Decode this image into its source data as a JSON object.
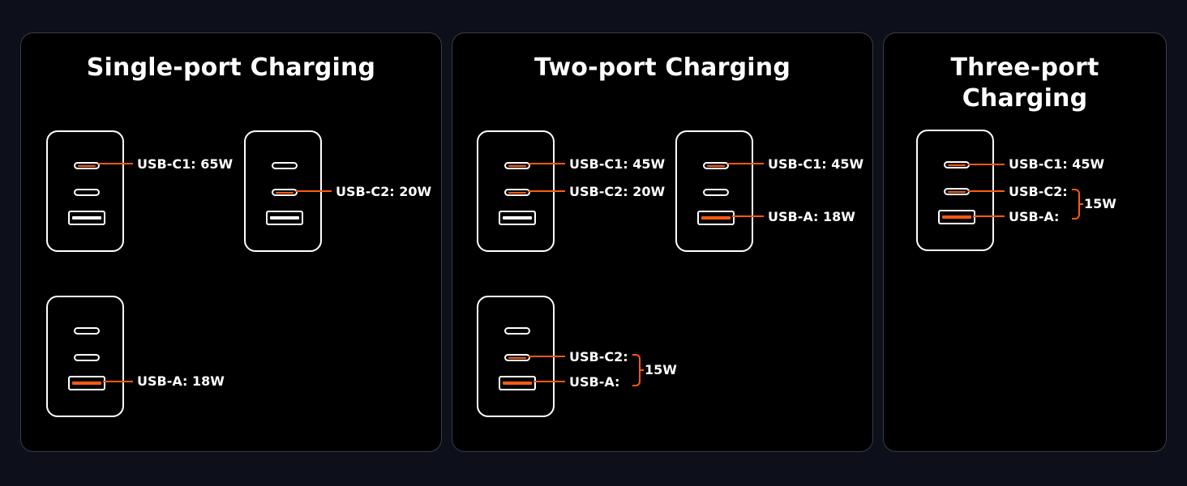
{
  "colors": {
    "accent": "#ff5a12",
    "panel_bg": "#000000",
    "page_bg": "#0d101a"
  },
  "panels": [
    {
      "title": "Single-port Charging",
      "chargers": [
        {
          "ports": [
            "c-active",
            "c",
            "a"
          ],
          "labels": [
            "USB-C1: 65W"
          ]
        },
        {
          "ports": [
            "c",
            "c-active",
            "a"
          ],
          "labels": [
            "USB-C2: 20W"
          ]
        },
        {
          "ports": [
            "c",
            "c",
            "a-active"
          ],
          "labels": [
            "USB-A: 18W"
          ]
        }
      ]
    },
    {
      "title": "Two-port Charging",
      "chargers": [
        {
          "ports": [
            "c-active",
            "c-active",
            "a"
          ],
          "labels": [
            "USB-C1: 45W",
            "USB-C2: 20W"
          ]
        },
        {
          "ports": [
            "c-active",
            "c",
            "a-active"
          ],
          "labels": [
            "USB-C1: 45W",
            "USB-A: 18W"
          ]
        },
        {
          "ports": [
            "c",
            "c-active",
            "a-active"
          ],
          "labels": [
            "USB-C2:",
            "USB-A:"
          ],
          "shared": "15W"
        }
      ]
    },
    {
      "title": "Three-port Charging",
      "chargers": [
        {
          "ports": [
            "c-active",
            "c-active",
            "a-active"
          ],
          "labels": [
            "USB-C1: 45W",
            "USB-C2:",
            "USB-A:"
          ],
          "shared": "15W"
        }
      ]
    }
  ]
}
